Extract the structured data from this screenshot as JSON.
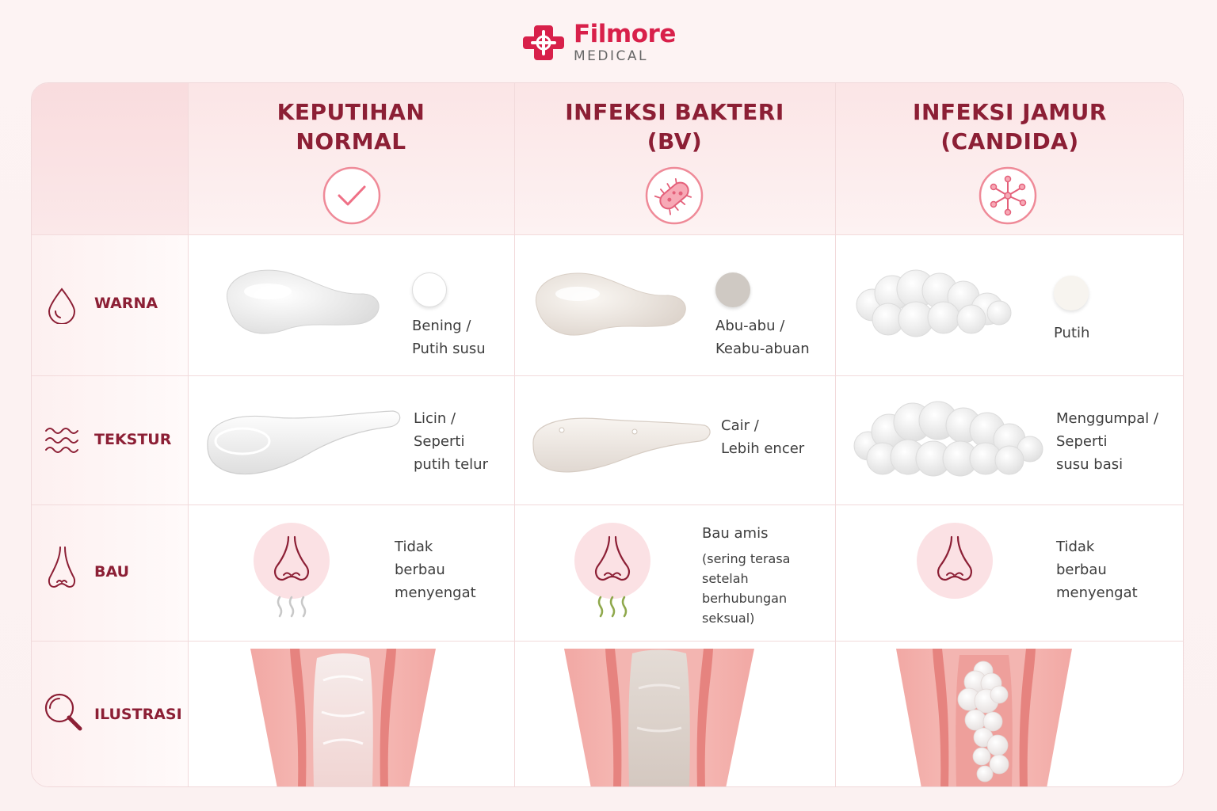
{
  "brand": {
    "name": "Filmore",
    "sub": "MEDICAL",
    "color": "#d8204a"
  },
  "columns": [
    {
      "title_line1": "KEPUTIHAN",
      "title_line2": "NORMAL",
      "icon": "check-icon"
    },
    {
      "title_line1": "INFEKSI BAKTERI",
      "title_line2": "(BV)",
      "icon": "bacteria-icon"
    },
    {
      "title_line1": "INFEKSI JAMUR",
      "title_line2": "(CANDIDA)",
      "icon": "fungus-icon"
    }
  ],
  "rows": {
    "warna": {
      "label": "WARNA",
      "icon": "drop-icon",
      "cells": [
        {
          "lines": [
            "Bening /",
            "Putih susu"
          ],
          "swatch": "#ffffff"
        },
        {
          "lines": [
            "Abu-abu /",
            "Keabu-abuan"
          ],
          "swatch": "#cfc9c3"
        },
        {
          "lines": [
            "Putih"
          ],
          "swatch": "#f7f4ef"
        }
      ]
    },
    "tekstur": {
      "label": "TEKSTUR",
      "icon": "waves-icon",
      "cells": [
        {
          "lines": [
            "Licin /",
            "Seperti",
            "putih telur"
          ]
        },
        {
          "lines": [
            "Cair /",
            "Lebih encer"
          ]
        },
        {
          "lines": [
            "Menggumpal /",
            "Seperti",
            "susu basi"
          ]
        }
      ]
    },
    "bau": {
      "label": "BAU",
      "icon": "nose-icon",
      "cells": [
        {
          "lines": [
            "Tidak",
            "berbau",
            "menyengat"
          ]
        },
        {
          "title": "Bau amis",
          "lines": [
            "(sering terasa",
            "setelah",
            "berhubungan",
            "seksual)"
          ]
        },
        {
          "lines": [
            "Tidak",
            "berbau",
            "menyengat"
          ]
        }
      ]
    },
    "ilustrasi": {
      "label": "ILUSTRASI",
      "icon": "magnifier-icon"
    }
  }
}
